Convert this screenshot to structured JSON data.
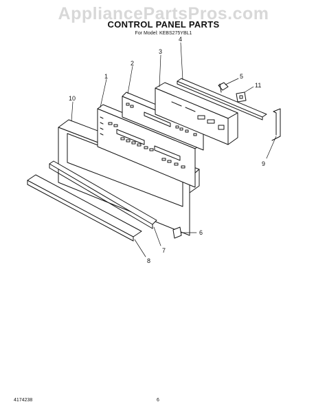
{
  "watermark": "AppliancePartsPros.com",
  "header": {
    "title": "CONTROL PANEL PARTS",
    "model_line": "For Model: KEBS275YBL1"
  },
  "callouts": [
    "1",
    "2",
    "3",
    "4",
    "5",
    "6",
    "7",
    "8",
    "9",
    "10",
    "11"
  ],
  "footer": {
    "doc_number": "4174238",
    "page_number": "6"
  },
  "colors": {
    "line": "#111111",
    "watermark": "#d8d8d8"
  }
}
